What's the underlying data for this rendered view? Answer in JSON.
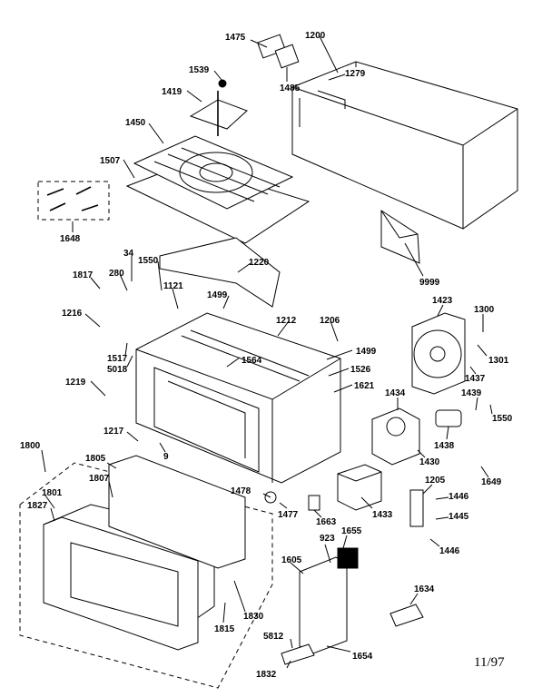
{
  "labels": [
    "1475",
    "1200",
    "1539",
    "1279",
    "1485",
    "1419",
    "1450",
    "1507",
    "1648",
    "34",
    "1817",
    "280",
    "1550",
    "1220",
    "1121",
    "1499",
    "1212",
    "1216",
    "1206",
    "1517",
    "5018",
    "1564",
    "1499",
    "1526",
    "1219",
    "1621",
    "1217",
    "9",
    "1800",
    "1805",
    "1807",
    "1801",
    "1827",
    "1478",
    "1477",
    "1663",
    "1433",
    "1655",
    "923",
    "1605",
    "1830",
    "1815",
    "5812",
    "1832",
    "1654",
    "1634",
    "1423",
    "1300",
    "1301",
    "1437",
    "1434",
    "1439",
    "1550",
    "1438",
    "1430",
    "1649",
    "1205",
    "1446",
    "1445",
    "1446",
    "9999"
  ],
  "date": "11/97"
}
